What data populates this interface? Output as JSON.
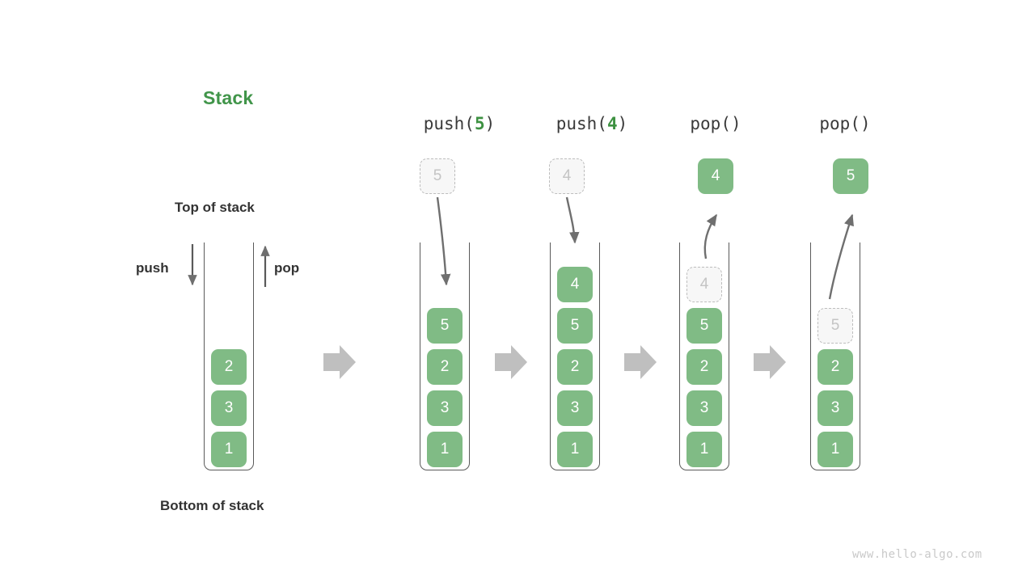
{
  "title": "Stack",
  "labels": {
    "top_of_stack": "Top of stack",
    "bottom_of_stack": "Bottom of stack",
    "push": "push",
    "pop": "pop"
  },
  "watermark": "www.hello-algo.com",
  "colors": {
    "accent_green": "#41954a",
    "cell_green": "#80bb85",
    "arg_green": "#3d9141",
    "cell_text": "#ffffff",
    "ghost_fill": "#f7f7f7",
    "ghost_border": "#bdbdbd",
    "ghost_text": "#c4c4c4",
    "container_stroke": "#5a5a5a",
    "arrow_gray": "#6f6f6f",
    "block_arrow_gray": "#bfbfbf",
    "label_text": "#333333",
    "watermark_gray": "#c9c9c9"
  },
  "stages": [
    {
      "id": "initial",
      "header": null,
      "header_prefix": null,
      "header_arg": null,
      "header_suffix": null,
      "cells": [
        "1",
        "3",
        "2"
      ],
      "float_box": null,
      "float_value": null
    },
    {
      "id": "push-5",
      "header": "push(5)",
      "header_prefix": "push(",
      "header_arg": "5",
      "header_suffix": ")",
      "cells": [
        "1",
        "3",
        "2",
        "5"
      ],
      "float_box": "ghost",
      "float_value": "5"
    },
    {
      "id": "push-4",
      "header": "push(4)",
      "header_prefix": "push(",
      "header_arg": "4",
      "header_suffix": ")",
      "cells": [
        "1",
        "3",
        "2",
        "5",
        "4"
      ],
      "float_box": "ghost",
      "float_value": "4"
    },
    {
      "id": "pop-1",
      "header": "pop()",
      "header_prefix": "pop()",
      "header_arg": "",
      "header_suffix": "",
      "cells": [
        "1",
        "3",
        "2",
        "5",
        "4"
      ],
      "ghost_top_index": 4,
      "float_box": "solid",
      "float_value": "4"
    },
    {
      "id": "pop-2",
      "header": "pop()",
      "header_prefix": "pop()",
      "header_arg": "",
      "header_suffix": "",
      "cells": [
        "1",
        "3",
        "2",
        "5"
      ],
      "ghost_top_index": 3,
      "float_box": "solid",
      "float_value": "5"
    }
  ],
  "transition_arrows": 4
}
